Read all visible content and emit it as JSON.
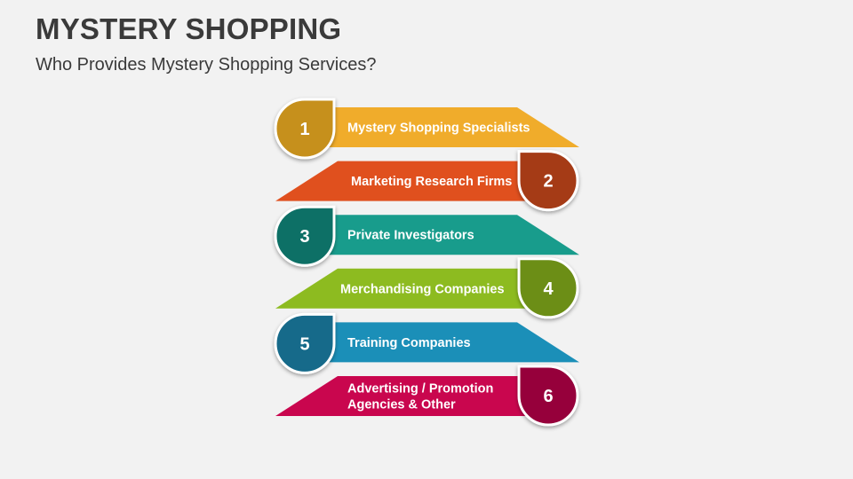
{
  "title": "MYSTERY SHOPPING",
  "subtitle": "Who Provides Mystery Shopping Services?",
  "items": [
    {
      "number": "1",
      "lines": [
        "Mystery Shopping Specialists"
      ],
      "color": "#f0ac2b",
      "badge_color": "#c6901e"
    },
    {
      "number": "2",
      "lines": [
        "Marketing Research Firms"
      ],
      "color": "#e0501e",
      "badge_color": "#a53a17"
    },
    {
      "number": "3",
      "lines": [
        "Private Investigators"
      ],
      "color": "#189c8c",
      "badge_color": "#107066"
    },
    {
      "number": "4",
      "lines": [
        "Merchandising Companies"
      ],
      "color": "#8dbb20",
      "badge_color": "#6c8e18"
    },
    {
      "number": "5",
      "lines": [
        "Training Companies"
      ],
      "color": "#1b8fb8",
      "badge_color": "#146a8a"
    },
    {
      "number": "6",
      "lines": [
        "Advertising / Promotion",
        "Agencies & Other"
      ],
      "color": "#c9064e",
      "badge_color": "#96053b"
    }
  ]
}
